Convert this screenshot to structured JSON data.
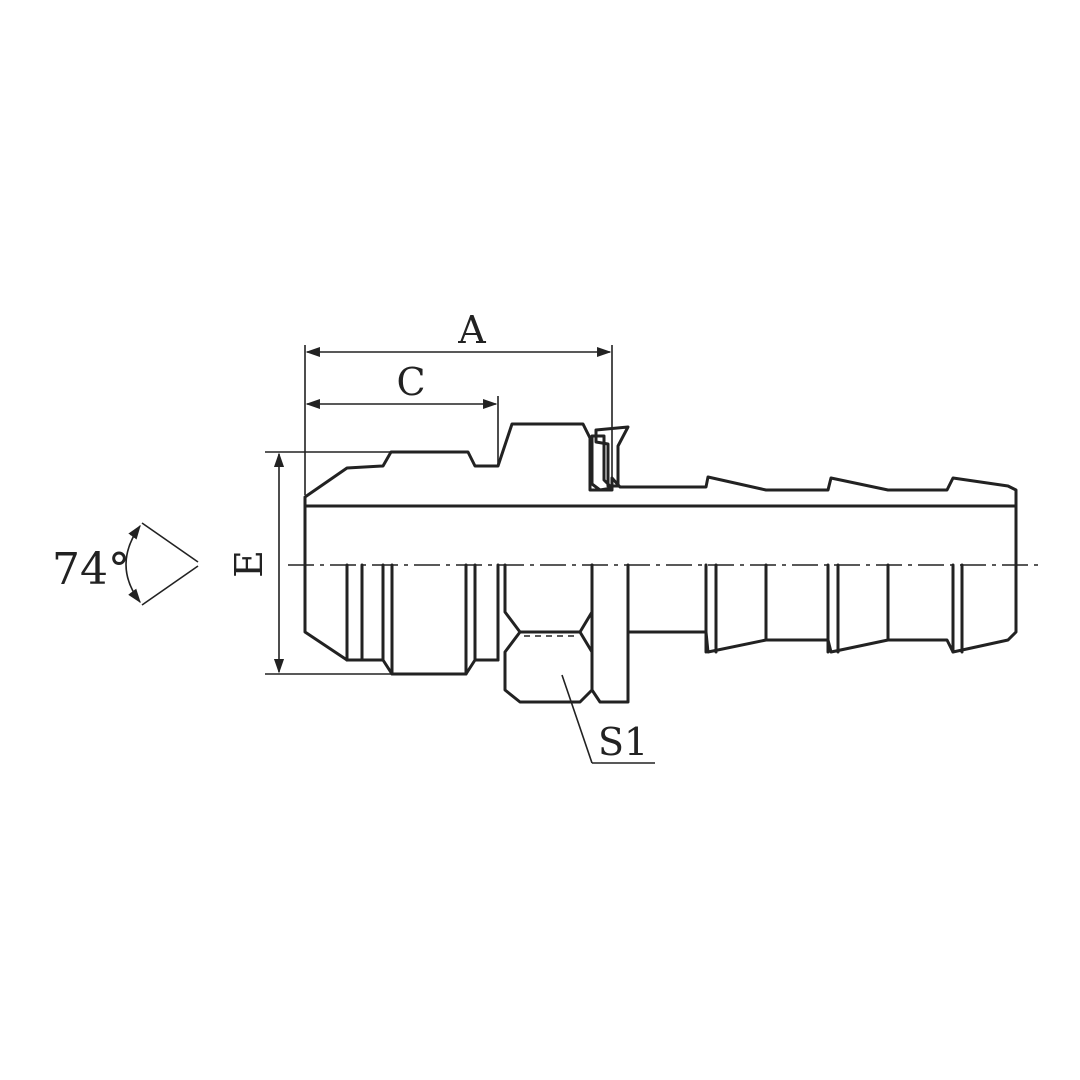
{
  "drawing": {
    "labels": {
      "dim_a": "A",
      "dim_c": "C",
      "dim_e": "E",
      "angle": "74°",
      "hex": "S1"
    },
    "colors": {
      "ink": "#222222",
      "background": "#ffffff"
    }
  }
}
